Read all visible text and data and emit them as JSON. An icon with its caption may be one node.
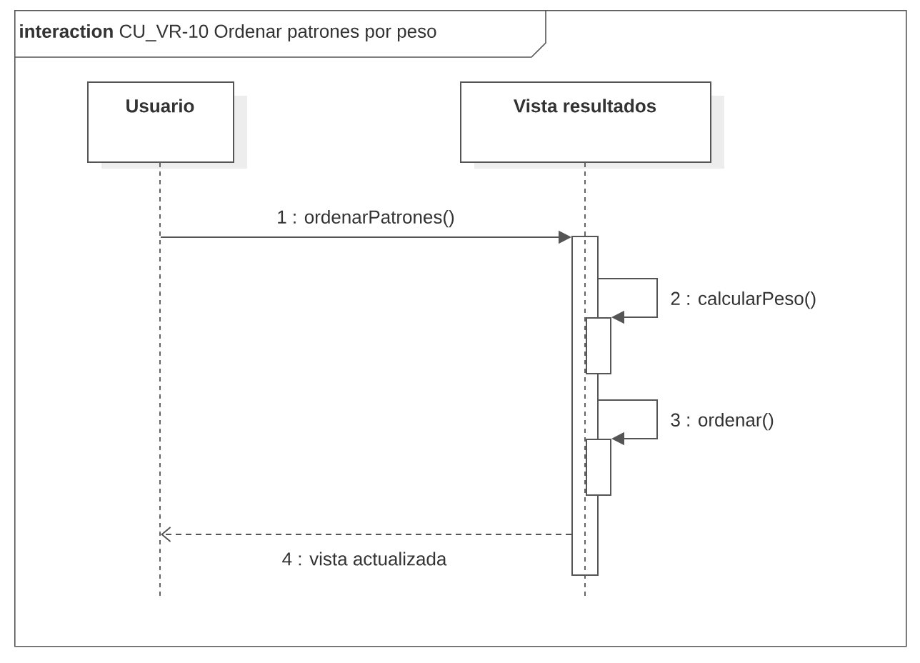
{
  "diagram": {
    "nodes": [
      {
        "text": [
          "**interaction** CU_VR-10 Ordenar patrones por peso"
        ]
      },
      {
        "text": [
          "Usuario"
        ],
        "in": 0
      },
      {
        "text": [
          "Vista resultados"
        ],
        "in": 0
      },
      {
        "text": [],
        "shape": "bar",
        "in": 0
      },
      {
        "text": [],
        "shape": "bar",
        "in": 0
      },
      {
        "text": [],
        "shape": "bar",
        "in": 0
      }
    ],
    "edges": [
      {
        "from": 1,
        "to": 3,
        "arrow": "to",
        "label": "1 : ordenarPatrones()"
      },
      {
        "from": 3,
        "to": 4,
        "arrow": "to",
        "label": "2 : calcularPeso()"
      },
      {
        "from": 3,
        "to": 5,
        "arrow": "to",
        "label": "3 : ordenar()"
      },
      {
        "from": 3,
        "to": 1,
        "arrow": "to",
        "label": "4 : vista actualizada",
        "style": "dashed"
      }
    ]
  }
}
